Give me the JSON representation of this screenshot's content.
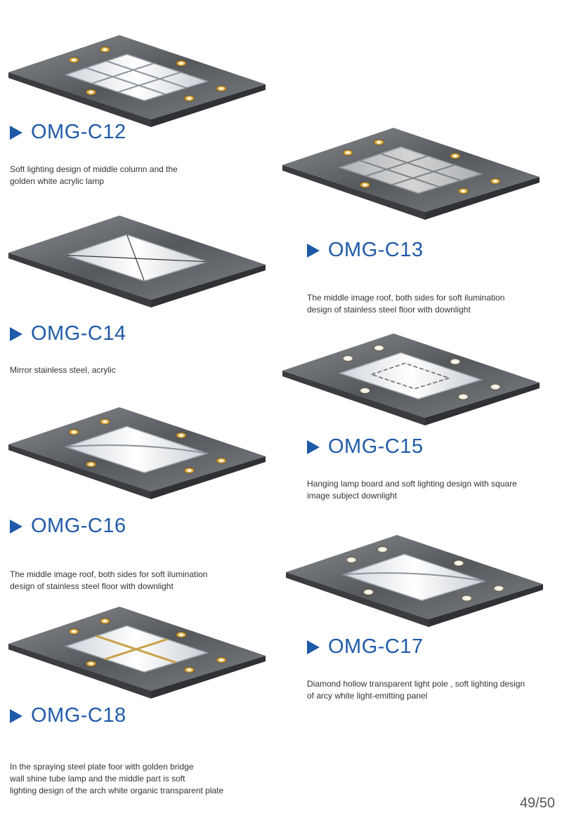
{
  "products": [
    {
      "code": "OMG-C12",
      "description": [
        "Soft lighting design of middle column and the",
        "golden white acrylic lamp"
      ]
    },
    {
      "code": "OMG-C13",
      "description": [
        "The middle image roof, both sides for soft ilumination",
        "design of stainless steel floor with downlight"
      ]
    },
    {
      "code": "OMG-C14",
      "description": [
        "Mirror stainless steel, acrylic"
      ]
    },
    {
      "code": "OMG-C15",
      "description": [
        "Hanging lamp board and soft lighting design with square",
        "image subject downlight"
      ]
    },
    {
      "code": "OMG-C16",
      "description": [
        "The middle image roof, both sides for soft ilumination",
        "design of stainless steel floor with downlight"
      ]
    },
    {
      "code": "OMG-C17",
      "description": [
        "Diamond hollow transparent light pole , soft lighting design",
        "of arcy white light-emitting panel"
      ]
    },
    {
      "code": "OMG-C18",
      "description": [
        "In the spraying steel plate foor with golden bridge",
        "wall shine tube lamp and the middle part is soft",
        "lighting design of the arch white organic transparent plate"
      ]
    }
  ],
  "page_number": "49/50",
  "colors": {
    "accent": "#1f5aa8",
    "steel": "#5f6266",
    "gold": "#d9a43a"
  }
}
